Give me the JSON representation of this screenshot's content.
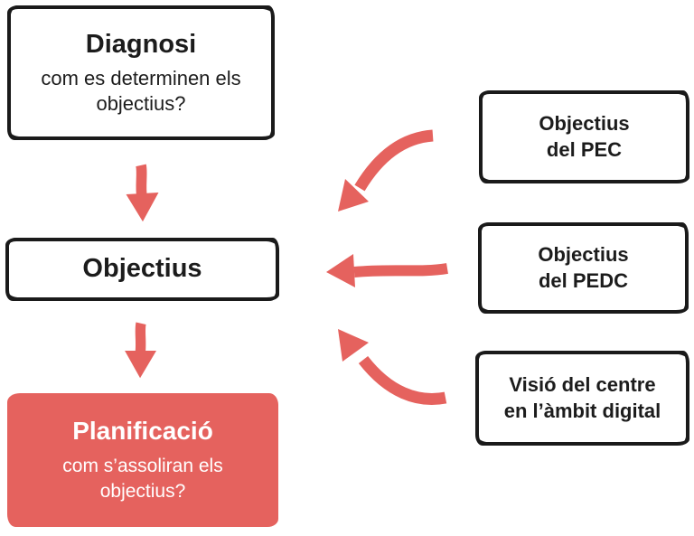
{
  "nodes": {
    "diagnosi": {
      "title": "Diagnosi",
      "subtitle": "com es determinen els\nobjectius?"
    },
    "objectius": {
      "title": "Objectius"
    },
    "planificacio": {
      "title": "Planificació",
      "subtitle": "com s’assoliran els\nobjectius?"
    },
    "pec": {
      "label": "Objectius\ndel PEC"
    },
    "pedc": {
      "label": "Objectius\ndel PEDC"
    },
    "visio": {
      "label": "Visió del centre\nen l’àmbit digital"
    }
  },
  "icons": {
    "arrow_diagnosi_to_objectius": "arrow-down-icon",
    "arrow_objectius_to_planificacio": "arrow-down-icon",
    "arrow_pec_to_objectius": "curved-arrow-down-left-icon",
    "arrow_pedc_to_objectius": "arrow-left-icon",
    "arrow_visio_to_objectius": "curved-arrow-up-left-icon"
  },
  "colors": {
    "accent_red": "#e5625e",
    "ink_black": "#1a1a1a",
    "background": "#ffffff",
    "inverse_text": "#ffffff"
  }
}
